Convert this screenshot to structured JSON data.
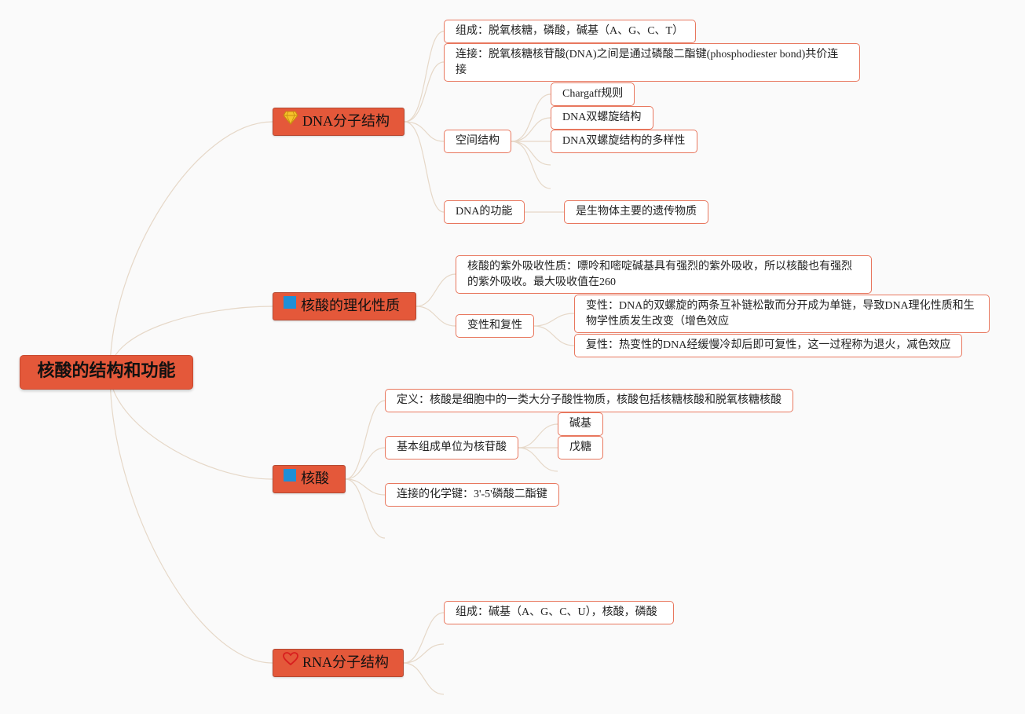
{
  "root": {
    "label": "核酸的结构和功能"
  },
  "branches": [
    {
      "label": "DNA分子结构",
      "icon": "diamond-icon",
      "children": {
        "composition": "组成：脱氧核糖，磷酸，碱基（A、G、C、T）",
        "linkage": "连接：脱氧核糖核苷酸(DNA)之间是通过磷酸二酯键(phosphodiester bond)共价连接",
        "spatial": {
          "label": "空间结构",
          "children": [
            "Chargaff规则",
            "DNA双螺旋结构",
            "DNA双螺旋结构的多样性"
          ]
        },
        "function": {
          "label": "DNA的功能",
          "children": [
            "是生物体主要的遗传物质"
          ]
        }
      }
    },
    {
      "label": "核酸的理化性质",
      "icon": "blue-square-icon",
      "children": {
        "uv": "核酸的紫外吸收性质：嘌呤和嘧啶碱基具有强烈的紫外吸收，所以核酸也有强烈的紫外吸收。最大吸收值在260",
        "denature": {
          "label": "变性和复性",
          "children": [
            "变性：DNA的双螺旋的两条互补链松散而分开成为单链，导致DNA理化性质和生物学性质发生改变（增色效应",
            "复性：热变性的DNA经缓慢冷却后即可复性，这一过程称为退火，减色效应"
          ]
        }
      }
    },
    {
      "label": "核酸",
      "icon": "blue-square-icon",
      "children": {
        "definition": "定义：核酸是细胞中的一类大分子酸性物质，核酸包括核糖核酸和脱氧核糖核酸",
        "unit": {
          "label": "基本组成单位为核苷酸",
          "children": [
            "碱基",
            "戊糖"
          ]
        },
        "bond": "连接的化学键：3'-5'磷酸二酯键"
      }
    },
    {
      "label": "RNA分子结构",
      "icon": "heart-icon",
      "children": {
        "composition": "组成：碱基（A、G、C、U），核酸，磷酸"
      }
    }
  ],
  "colors": {
    "accent": "#e4583a",
    "border": "#e8775e",
    "connector": "#e6d6c6",
    "background": "#fafafa"
  }
}
